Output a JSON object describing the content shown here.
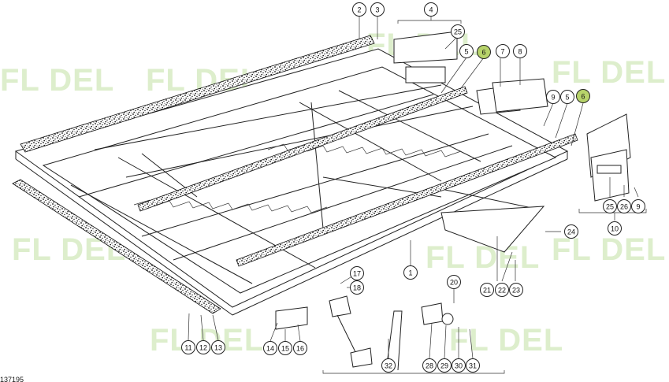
{
  "watermark": {
    "text": "FL DEL",
    "color": "#d8ecc4"
  },
  "highlight_color": "#b7d36a",
  "drawing_code": "137195",
  "callouts": [
    {
      "id": "c2",
      "label": "2",
      "highlight": false
    },
    {
      "id": "c3",
      "label": "3",
      "highlight": false
    },
    {
      "id": "c4",
      "label": "4",
      "highlight": false
    },
    {
      "id": "c25a",
      "label": "25",
      "highlight": false
    },
    {
      "id": "c5a",
      "label": "5",
      "highlight": false
    },
    {
      "id": "c6a",
      "label": "6",
      "highlight": true
    },
    {
      "id": "c7",
      "label": "7",
      "highlight": false
    },
    {
      "id": "c8",
      "label": "8",
      "highlight": false
    },
    {
      "id": "c9a",
      "label": "9",
      "highlight": false
    },
    {
      "id": "c5b",
      "label": "5",
      "highlight": false
    },
    {
      "id": "c6b",
      "label": "6",
      "highlight": true
    },
    {
      "id": "c25b",
      "label": "25",
      "highlight": false
    },
    {
      "id": "c26",
      "label": "26",
      "highlight": false
    },
    {
      "id": "c9b",
      "label": "9",
      "highlight": false
    },
    {
      "id": "c10",
      "label": "10",
      "highlight": false
    },
    {
      "id": "c24",
      "label": "24",
      "highlight": false
    },
    {
      "id": "c1",
      "label": "1",
      "highlight": false
    },
    {
      "id": "c21",
      "label": "21",
      "highlight": false
    },
    {
      "id": "c22",
      "label": "22",
      "highlight": false
    },
    {
      "id": "c23",
      "label": "23",
      "highlight": false
    },
    {
      "id": "c17",
      "label": "17",
      "highlight": false
    },
    {
      "id": "c18",
      "label": "18",
      "highlight": false
    },
    {
      "id": "c20",
      "label": "20",
      "highlight": false
    },
    {
      "id": "c11",
      "label": "11",
      "highlight": false
    },
    {
      "id": "c12",
      "label": "12",
      "highlight": false
    },
    {
      "id": "c13",
      "label": "13",
      "highlight": false
    },
    {
      "id": "c14",
      "label": "14",
      "highlight": false
    },
    {
      "id": "c15",
      "label": "15",
      "highlight": false
    },
    {
      "id": "c16",
      "label": "16",
      "highlight": false
    },
    {
      "id": "c32",
      "label": "32",
      "highlight": false
    },
    {
      "id": "c28",
      "label": "28",
      "highlight": false
    },
    {
      "id": "c29",
      "label": "29",
      "highlight": false
    },
    {
      "id": "c30",
      "label": "30",
      "highlight": false
    },
    {
      "id": "c31",
      "label": "31",
      "highlight": false
    }
  ]
}
